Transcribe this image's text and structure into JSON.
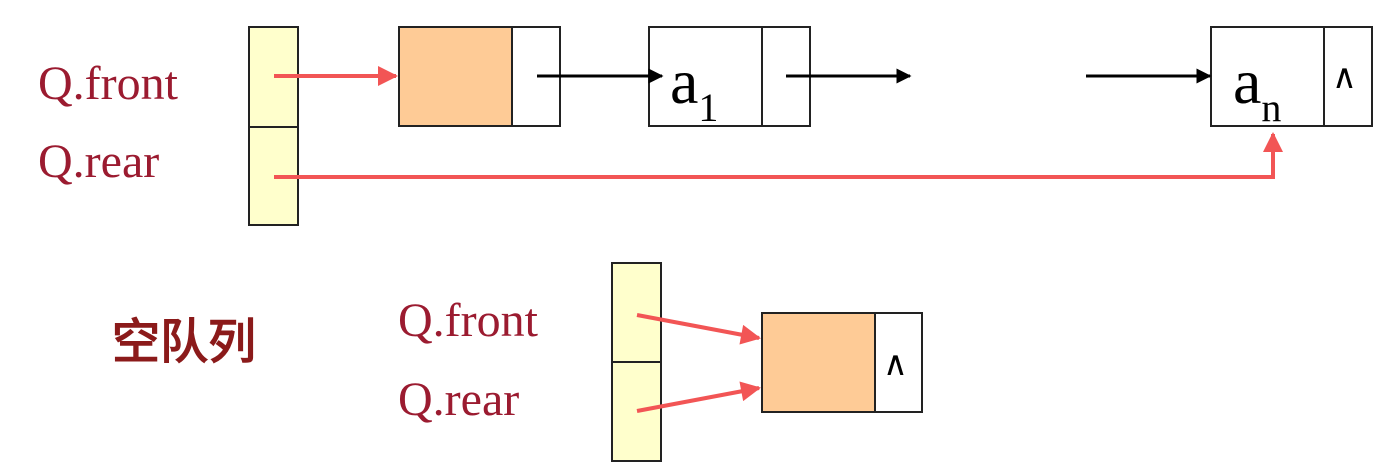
{
  "colors": {
    "label": "#9b1b30",
    "heading": "#8b1a1a",
    "pointer_cell": "#ffffcc",
    "head_node": "#fecb96",
    "red_arrow": "#f25555",
    "black_arrow": "#000000"
  },
  "queue": {
    "front_label": "Q.front",
    "rear_label": "Q.rear",
    "nodes": [
      {
        "text": "a",
        "sub": "1"
      },
      {
        "text": "a",
        "sub": "n"
      }
    ],
    "null_symbol": "∧"
  },
  "empty_queue": {
    "heading": "空队列",
    "front_label": "Q.front",
    "rear_label": "Q.rear",
    "null_symbol": "∧"
  }
}
